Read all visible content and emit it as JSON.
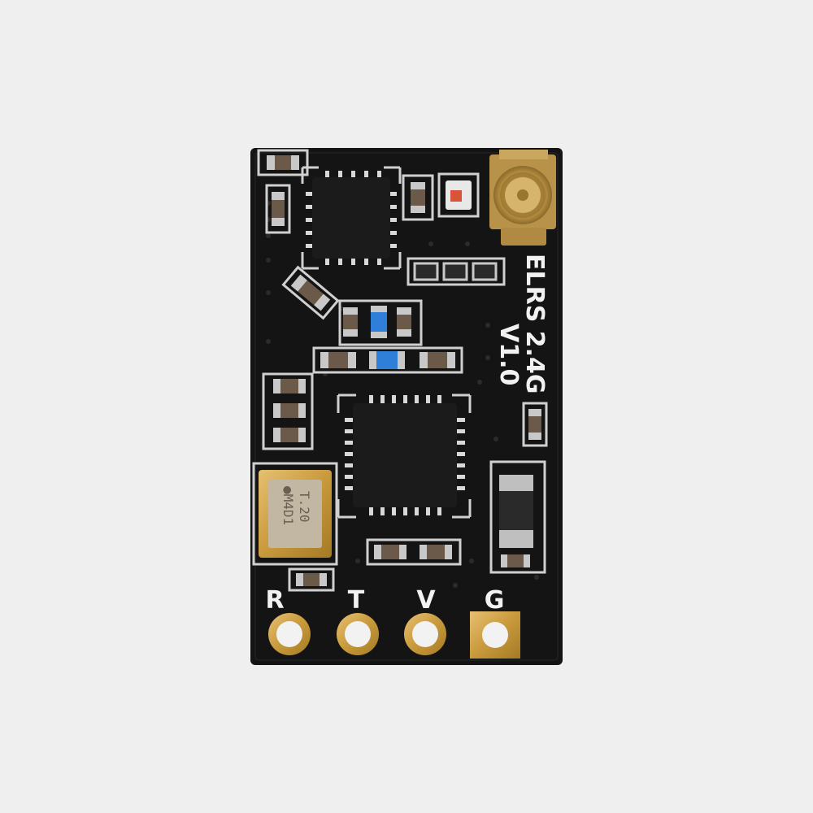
{
  "board": {
    "label_line1": "ELRS 2.4G",
    "label_line2": "V1.0",
    "crystal_marking_1": "T.20",
    "crystal_marking_2": "●M4D1"
  },
  "pads": [
    {
      "label": "R",
      "shape": "round"
    },
    {
      "label": "T",
      "shape": "round"
    },
    {
      "label": "V",
      "shape": "round"
    },
    {
      "label": "G",
      "shape": "square"
    }
  ],
  "colors": {
    "background": "#efefef",
    "pcb": "#141414",
    "silkscreen": "#f2f2f2",
    "gold": "#c99a3c",
    "chip": "#1b1b1b",
    "blue_component": "#2f7fd8",
    "red_led": "#d9533a"
  }
}
